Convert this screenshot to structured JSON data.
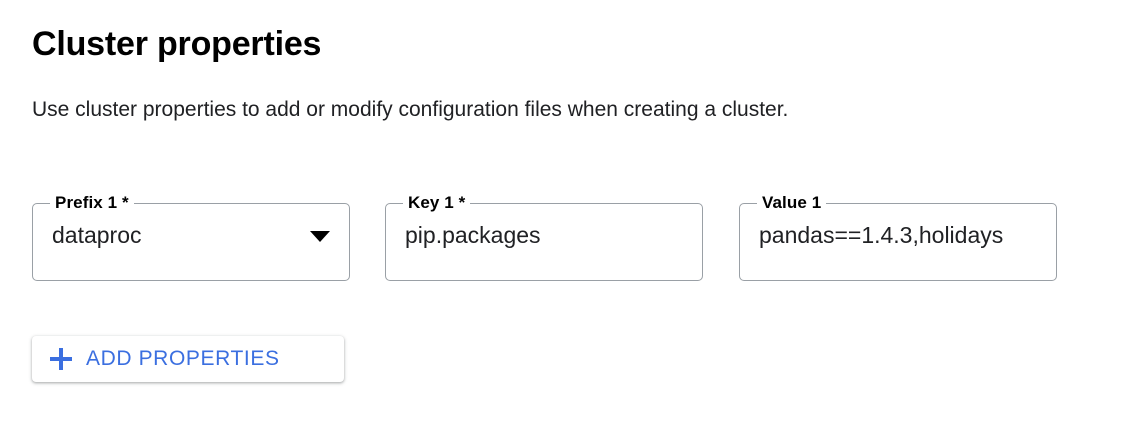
{
  "page": {
    "title": "Cluster properties",
    "description": "Use cluster properties to add or modify configuration files when creating a cluster."
  },
  "colors": {
    "accent_blue": "#3b6fe0",
    "field_border": "#9aa0a6",
    "text": "#202124",
    "background": "#ffffff"
  },
  "fields": [
    {
      "label": "Prefix 1 *",
      "value": "dataproc",
      "placeholder": "",
      "type": "select",
      "required": true,
      "icon": "chevron-down-icon"
    },
    {
      "label": "Key 1 *",
      "value": "pip.packages",
      "placeholder": "",
      "type": "text",
      "required": true
    },
    {
      "label": "Value 1",
      "value": "pandas==1.4.3,holidays",
      "placeholder": "",
      "type": "text",
      "required": false
    }
  ],
  "add_button": {
    "label": "ADD PROPERTIES",
    "icon": "plus-icon"
  }
}
